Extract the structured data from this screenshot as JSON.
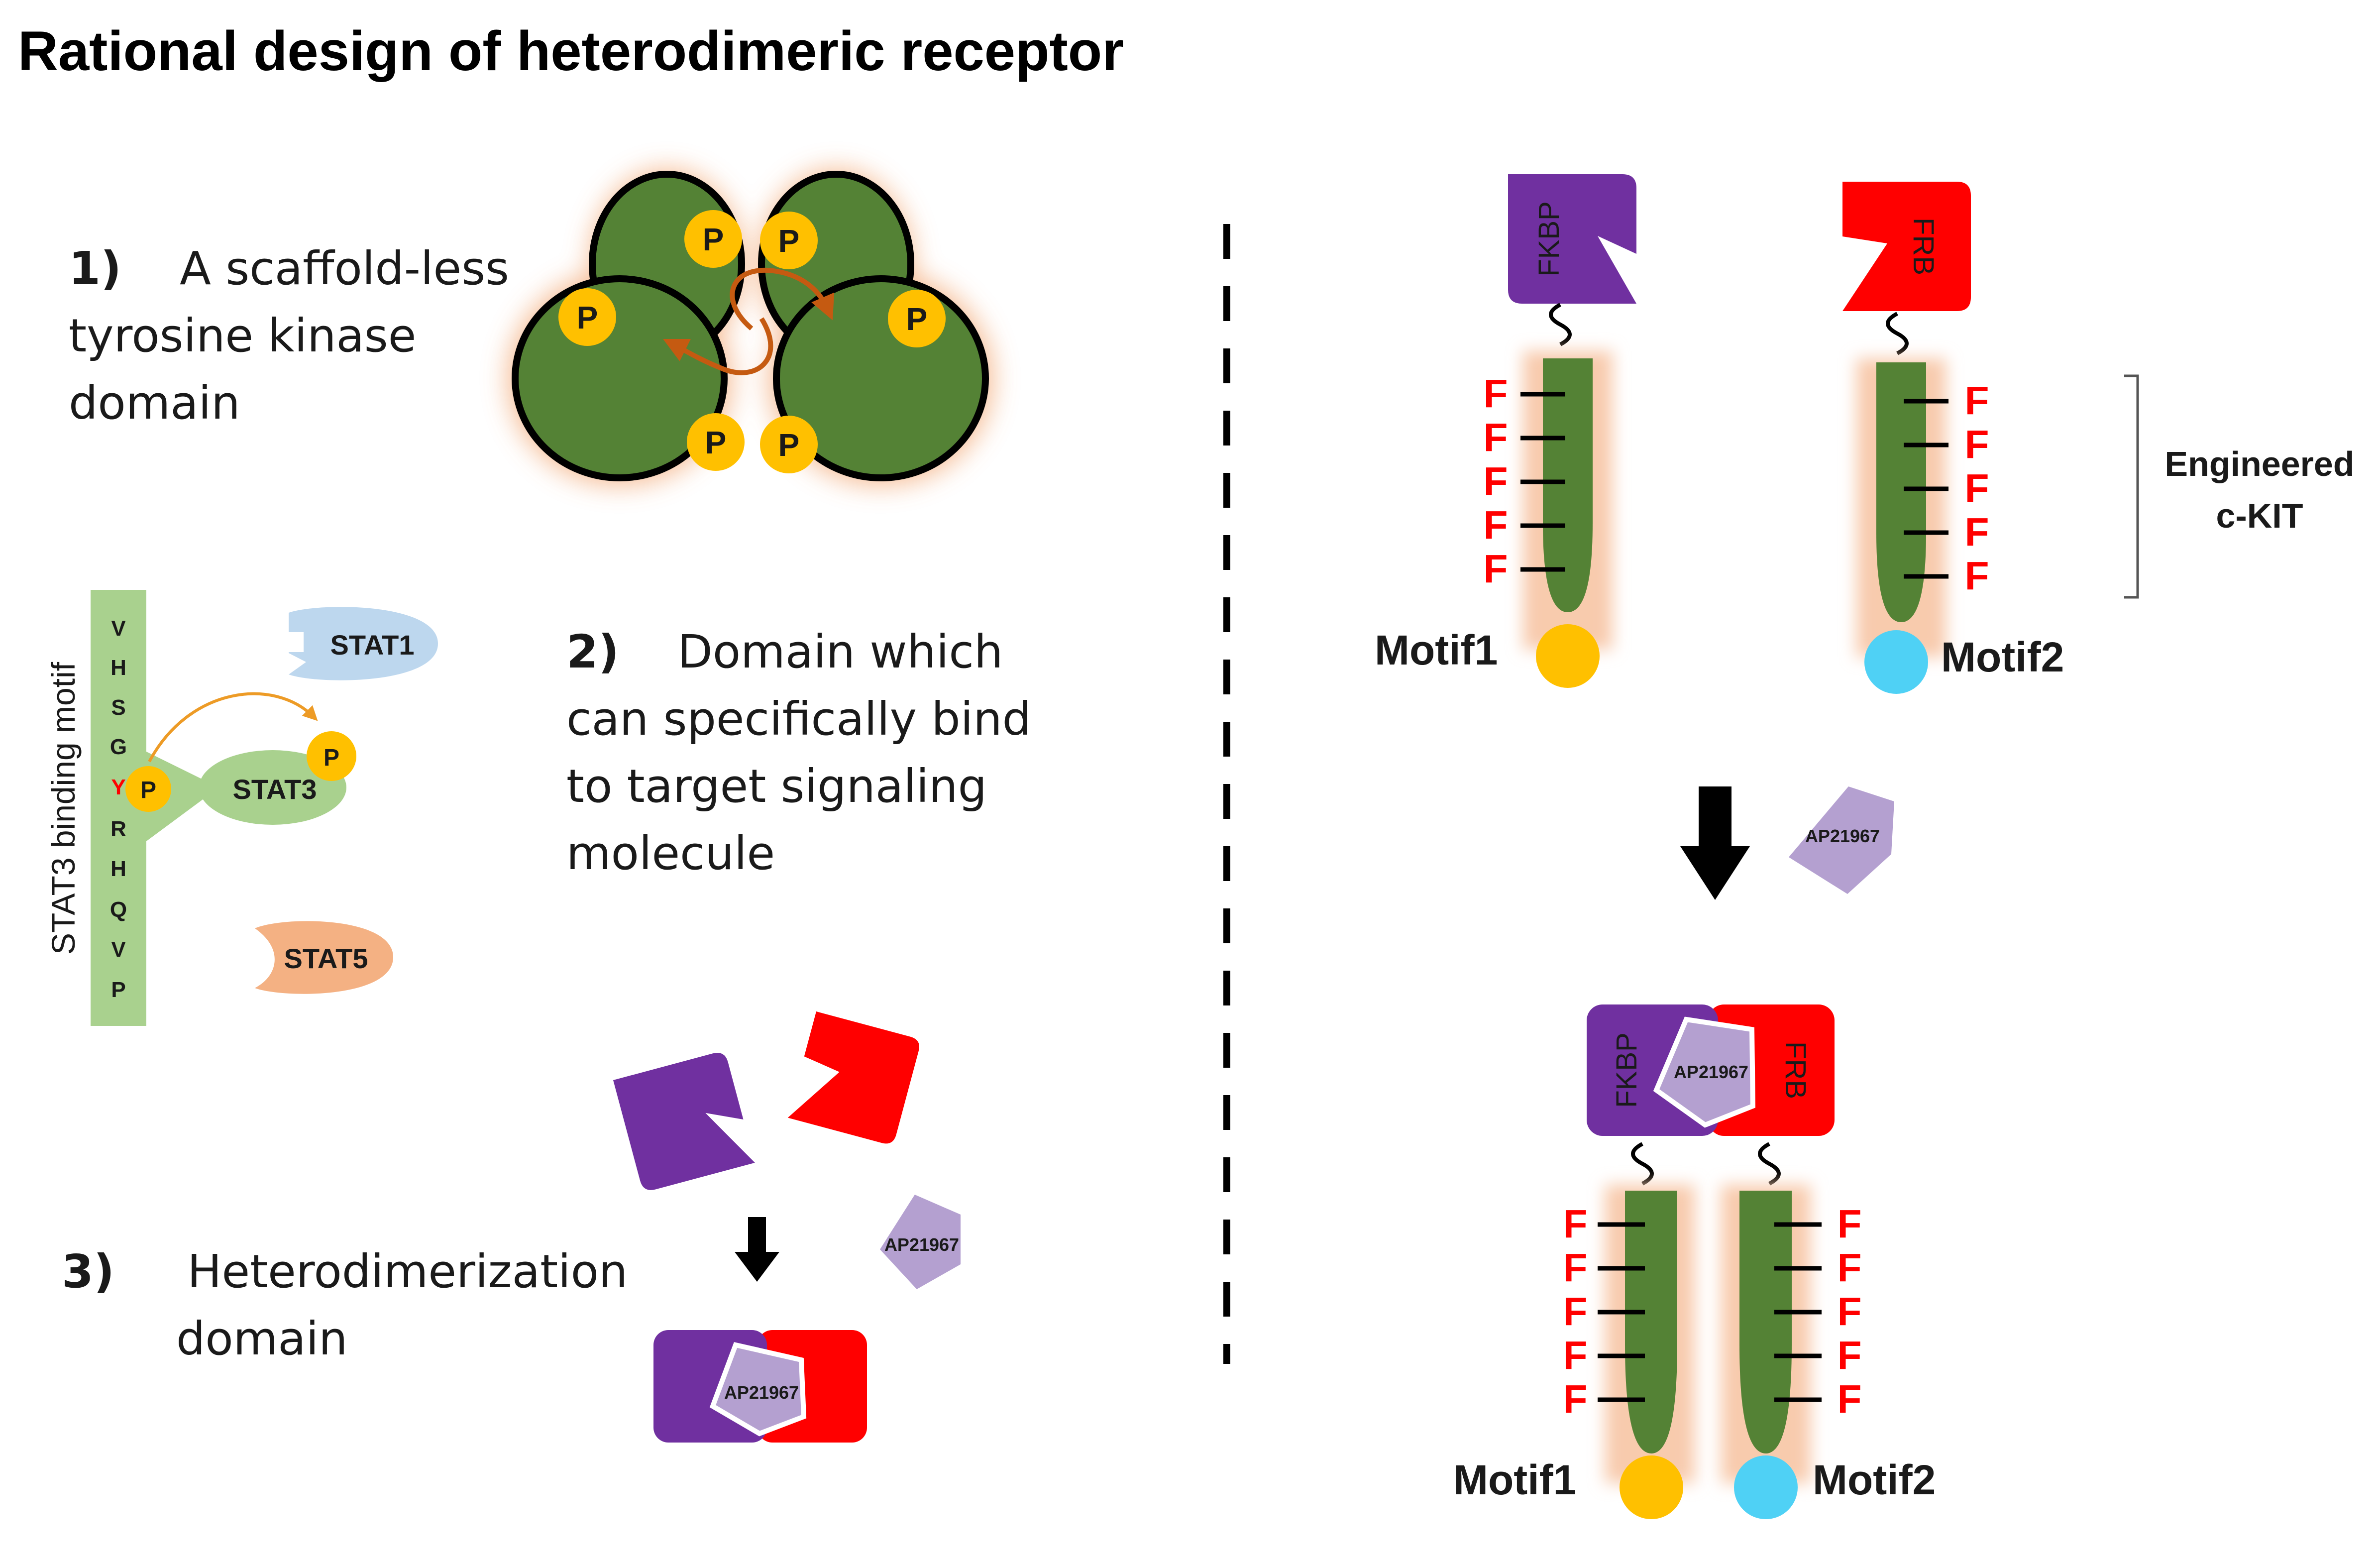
{
  "title": "Rational design of heterodimeric receptor",
  "colors": {
    "kinase_green": "#548235",
    "phospho_yellow": "#FFC000",
    "fkbp_purple": "#7030A0",
    "frb_red": "#FF0000",
    "ap21967_lilac": "#B4A0D0",
    "stat1_blue": "#BDD7EE",
    "stat3_green": "#A9D18E",
    "stat5_orange": "#F4B183",
    "motif2_cyan": "#4FD1F5",
    "glow_orange": "#F8CBAD"
  },
  "section1": {
    "number": "1)",
    "lines": [
      "A scaffold-less",
      "tyrosine kinase",
      "domain"
    ]
  },
  "section2": {
    "number": "2)",
    "lines": [
      "Domain which",
      "can specifically bind",
      "to target signaling",
      "molecule"
    ]
  },
  "section3": {
    "number": "3)",
    "lines": [
      "Heterodimerization",
      "domain"
    ]
  },
  "kinase": {
    "phospho_label": "P"
  },
  "stat3_motif": {
    "axis_label": "STAT3 binding motif",
    "residues": [
      "V",
      "H",
      "S",
      "G",
      "Y",
      "R",
      "H",
      "Q",
      "V",
      "P"
    ],
    "highlight_residue": "Y",
    "proteins": [
      "STAT1",
      "STAT3",
      "STAT5"
    ],
    "phospho_label": "P"
  },
  "dimerizer": {
    "fkbp": "FKBP",
    "frb": "FRB",
    "ligand": "AP21967"
  },
  "receptor": {
    "mutation_label": "F",
    "motif1": "Motif1",
    "motif2": "Motif2",
    "engineered_label_1": "Engineered",
    "engineered_label_2": "c-KIT"
  }
}
